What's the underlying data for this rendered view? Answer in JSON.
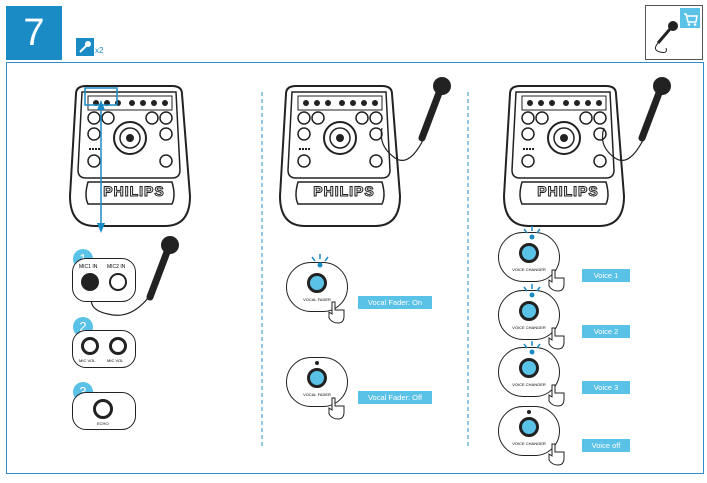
{
  "step": {
    "number": "7",
    "quantity": "x2"
  },
  "brand": "PHILIPS",
  "panel1": {
    "steps": [
      "1",
      "2",
      "3"
    ],
    "mic_inputs": [
      "MIC1 IN",
      "MIC2 IN"
    ],
    "knob_labels": [
      "MIC VOL",
      "MIC VOL"
    ],
    "echo_label": "ECHO"
  },
  "panel2": {
    "button_label": "VOCAL FADER",
    "captions": [
      "Vocal Fader: On",
      "Vocal Fader: Off"
    ]
  },
  "panel3": {
    "button_label": "VOICE CHANGER",
    "captions": [
      "Voice 1",
      "Voice 2",
      "Voice 3",
      "Voice off"
    ]
  },
  "colors": {
    "accent": "#1a8bc4",
    "caption_bg": "#5bc2e7",
    "border": "#2e8fc4"
  }
}
